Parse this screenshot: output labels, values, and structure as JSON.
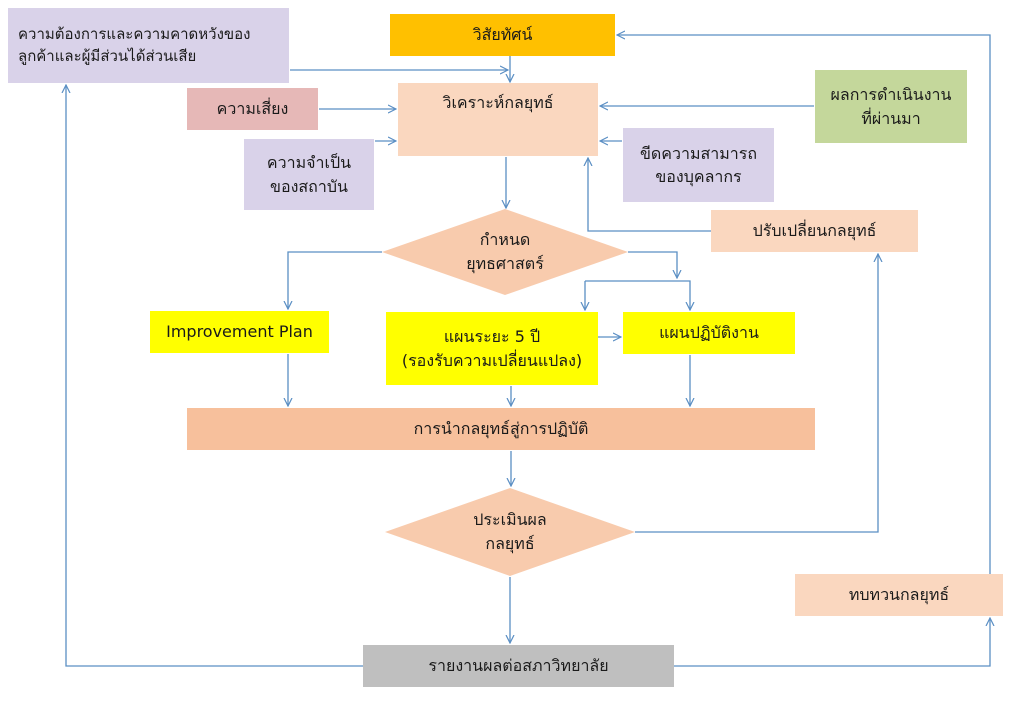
{
  "colors": {
    "arrow": "#5b8fc4",
    "gold": "#ffc000",
    "peach": "#f8cbad",
    "peach_light": "#fad7bf",
    "lavender": "#d9d2e9",
    "rose": "#e6b8b7",
    "green": "#c4d79b",
    "yellow": "#ffff00",
    "orange": "#f7c09c",
    "gray": "#bfbfbf"
  },
  "nodes": {
    "vision": {
      "lines": [
        "วิสัยทัศน์"
      ]
    },
    "stakeholder": {
      "lines": [
        "ความต้องการและความคาดหวังของ",
        "ลูกค้าและผู้มีส่วนได้ส่วนเสีย"
      ]
    },
    "analysis": {
      "lines": [
        "วิเคราะห์กลยุทธ์"
      ]
    },
    "risk": {
      "lines": [
        "ความเสี่ยง"
      ]
    },
    "needs": {
      "lines": [
        "ความจำเป็น",
        "ของสถาบัน"
      ]
    },
    "capacity": {
      "lines": [
        "ขีดความสามารถ",
        "ของบุคลากร"
      ]
    },
    "performance": {
      "lines": [
        "ผลการดำเนินงาน",
        "ที่ผ่านมา"
      ]
    },
    "adjust": {
      "lines": [
        "ปรับเปลี่ยนกลยุทธ์"
      ]
    },
    "strategy": {
      "lines": [
        "กำหนด",
        "ยุทธศาสตร์"
      ]
    },
    "improvement": {
      "lines": [
        "Improvement Plan"
      ]
    },
    "fiveyear": {
      "lines": [
        "แผนระยะ 5 ปี",
        "(รองรับความเปลี่ยนแปลง)"
      ]
    },
    "action": {
      "lines": [
        "แผนปฏิบัติงาน"
      ]
    },
    "implement": {
      "lines": [
        "การนำกลยุทธ์สู่การปฏิบัติ"
      ]
    },
    "evaluate": {
      "lines": [
        "ประเมินผล",
        "กลยุทธ์"
      ]
    },
    "review": {
      "lines": [
        "ทบทวนกลยุทธ์"
      ]
    },
    "report": {
      "lines": [
        "รายงานผลต่อสภาวิทยาลัย"
      ]
    }
  }
}
